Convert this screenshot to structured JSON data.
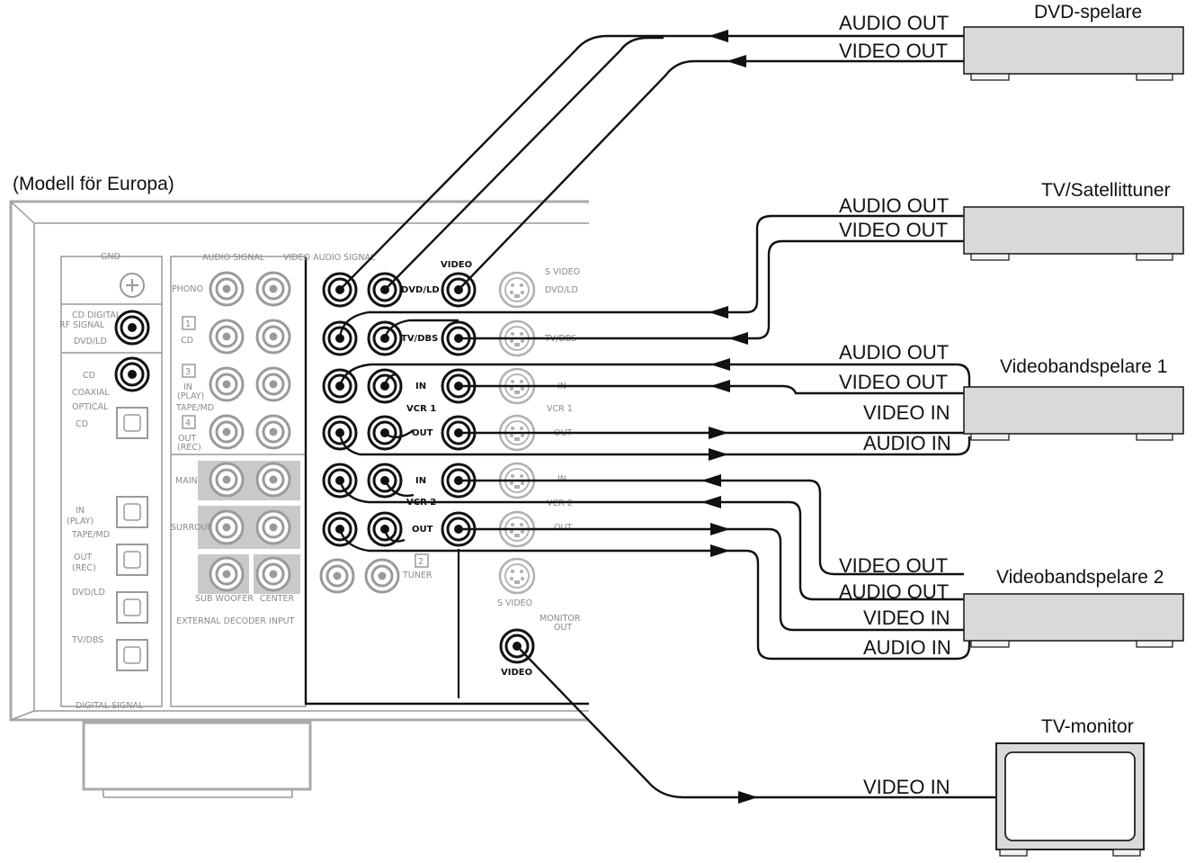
{
  "model_label": "(Modell för Europa)",
  "devices": {
    "dvd": {
      "name": "DVD-spelare",
      "ports": [
        "AUDIO OUT",
        "VIDEO OUT"
      ]
    },
    "tv_sat": {
      "name": "TV/Satellittuner",
      "ports": [
        "AUDIO OUT",
        "VIDEO OUT"
      ]
    },
    "vcr1": {
      "name": "Videobandspelare 1",
      "ports": [
        "AUDIO OUT",
        "VIDEO OUT",
        "VIDEO IN",
        "AUDIO IN"
      ]
    },
    "vcr2": {
      "name": "Videobandspelare 2",
      "ports": [
        "VIDEO OUT",
        "AUDIO OUT",
        "VIDEO IN",
        "AUDIO IN"
      ]
    },
    "monitor": {
      "name": "TV-monitor",
      "ports": [
        "VIDEO IN"
      ]
    }
  },
  "receiver": {
    "gnd": "GND",
    "cd_digital_rf": [
      "CD DIGITAL",
      "RF SIGNAL",
      "DVD/LD"
    ],
    "coaxial": [
      "CD",
      "COAXIAL"
    ],
    "optical": [
      "OPTICAL",
      "CD"
    ],
    "optical_inputs": [
      "IN",
      "(PLAY)",
      "TAPE/MD",
      "OUT",
      "(REC)",
      "DVD/LD",
      "TV/DBS"
    ],
    "digital_signal": "DIGITAL SIGNAL",
    "audio_signal_header": "AUDIO SIGNAL",
    "video_audio_header": "VIDEO AUDIO SIGNAL",
    "left_rows": [
      "PHONO",
      "CD",
      "IN",
      "(PLAY)",
      "TAPE/MD",
      "OUT",
      "(REC)"
    ],
    "row_numbers": [
      "1",
      "3",
      "4"
    ],
    "decoder": [
      "MAIN",
      "SURROUND",
      "SUB WOOFER",
      "CENTER",
      "EXTERNAL DECODER INPUT"
    ],
    "video_header": "VIDEO",
    "inputs": [
      "DVD/LD",
      "TV/DBS",
      "IN",
      "VCR 1",
      "OUT",
      "IN",
      "VCR 2",
      "OUT",
      "TUNER"
    ],
    "tuner_number": "2",
    "svideo": [
      "S VIDEO",
      "DVD/LD",
      "TV/DBS",
      "IN",
      "VCR 1",
      "OUT",
      "IN",
      "VCR 2",
      "OUT",
      "S VIDEO"
    ],
    "monitor_out": [
      "MONITOR",
      "OUT",
      "VIDEO"
    ]
  }
}
